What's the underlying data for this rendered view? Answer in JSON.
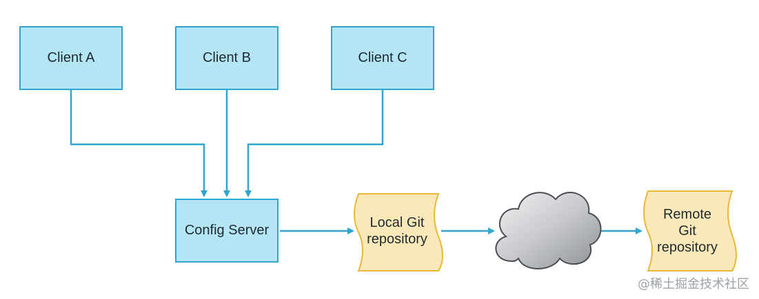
{
  "nodes": {
    "client_a": "Client A",
    "client_b": "Client B",
    "client_c": "Client C",
    "config_server": "Config Server",
    "local_git": "Local Git\nrepository",
    "remote_git": "Remote\nGit\nrepository"
  },
  "colors": {
    "box_fill": "#b3e5f5",
    "box_border": "#2ea6d0",
    "doc_fill": "#fbe8b8",
    "doc_border": "#e7b83a",
    "arrow": "#2ea6d0"
  },
  "watermark": "@稀土掘金技术社区"
}
